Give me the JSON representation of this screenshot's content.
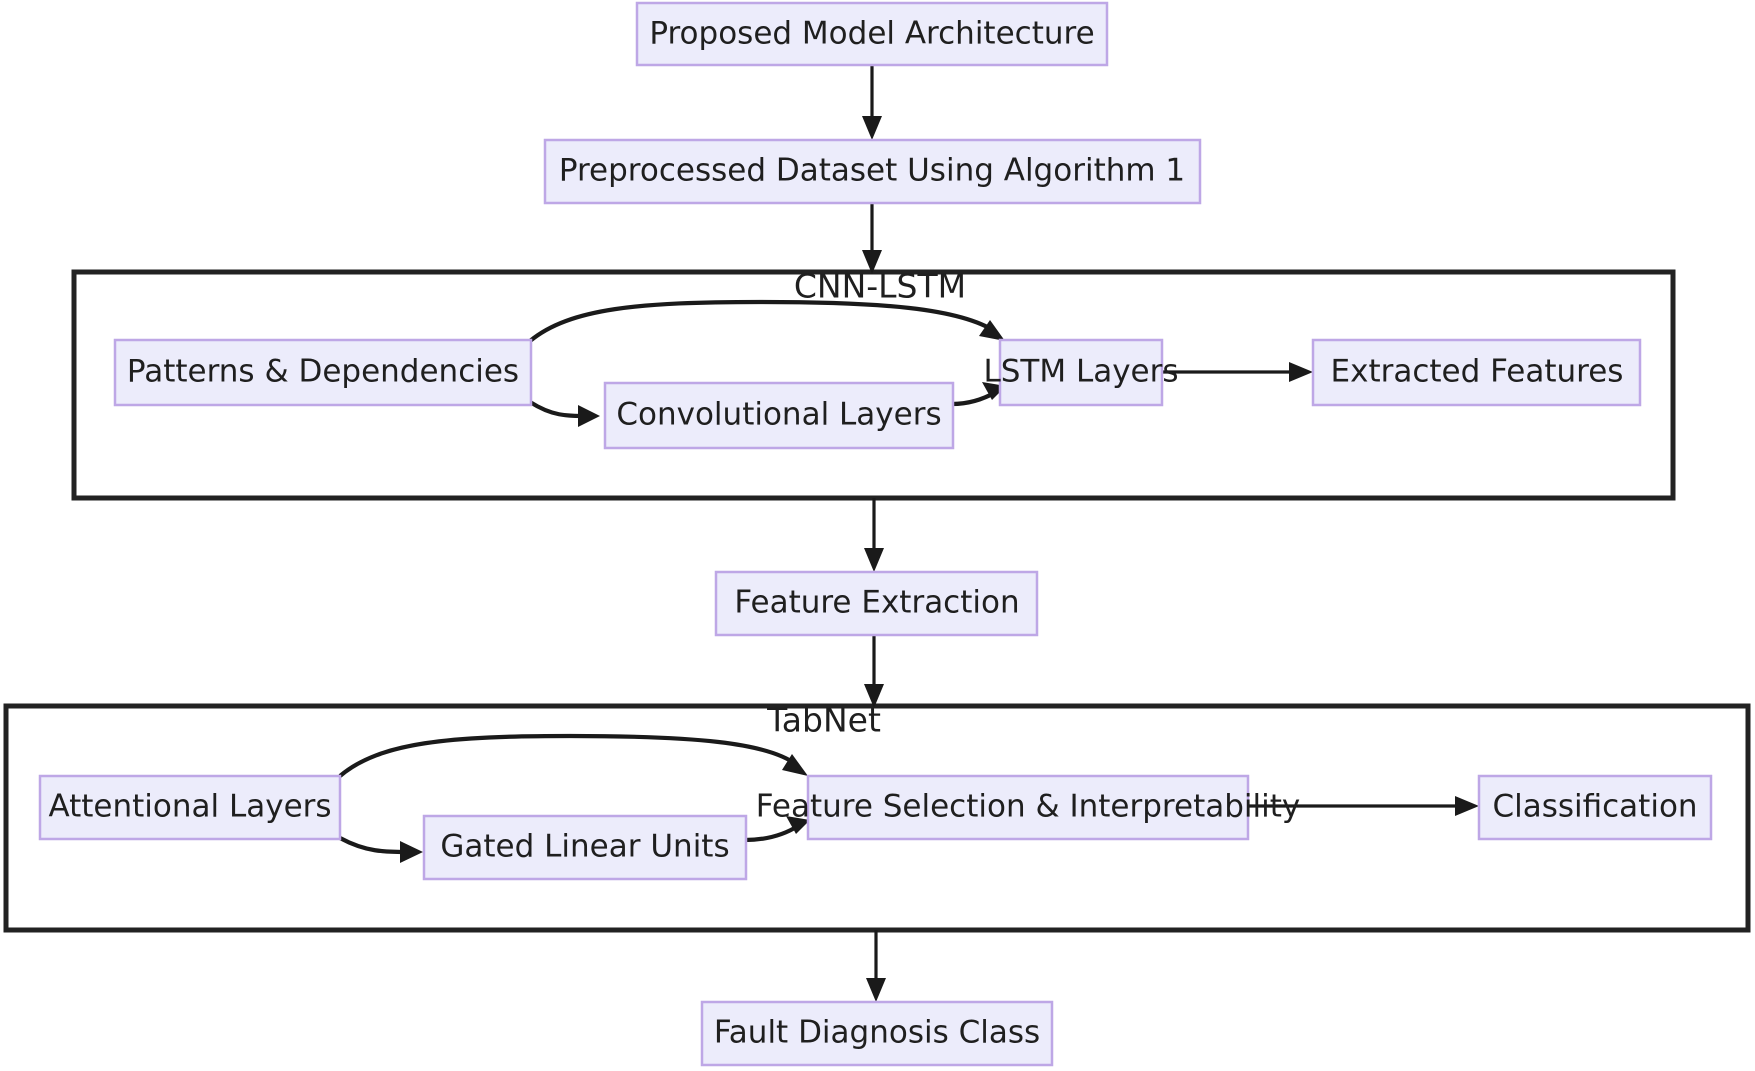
{
  "diagram": {
    "title": "Proposed Model Architecture Flowchart",
    "type": "flowchart",
    "colors": {
      "node_fill": "#ECECFB",
      "node_border": "#BEA7E6",
      "cluster_border": "#222222",
      "edge": "#1a1a1a",
      "text": "#1f1f1f",
      "background": "#ffffff"
    },
    "nodes": {
      "proposed_model_architecture": "Proposed Model Architecture",
      "preprocessed_dataset": "Preprocessed Dataset Using Algorithm 1",
      "patterns_dependencies": "Patterns & Dependencies",
      "convolutional_layers": "Convolutional Layers",
      "lstm_layers": "LSTM Layers",
      "extracted_features": "Extracted Features",
      "feature_extraction": "Feature Extraction",
      "attentional_layers": "Attentional Layers",
      "gated_linear_units": "Gated Linear Units",
      "feature_selection": "Feature Selection & Interpretability",
      "classification": "Classification",
      "fault_diagnosis_class": "Fault Diagnosis Class"
    },
    "clusters": {
      "cnn_lstm": "CNN-LSTM",
      "tabnet": "TabNet"
    },
    "edges": [
      {
        "from": "proposed_model_architecture",
        "to": "preprocessed_dataset",
        "label": ""
      },
      {
        "from": "preprocessed_dataset",
        "to": "cnn_lstm",
        "label": ""
      },
      {
        "from": "patterns_dependencies",
        "to": "lstm_layers",
        "label": ""
      },
      {
        "from": "patterns_dependencies",
        "to": "convolutional_layers",
        "label": ""
      },
      {
        "from": "convolutional_layers",
        "to": "lstm_layers",
        "label": ""
      },
      {
        "from": "lstm_layers",
        "to": "extracted_features",
        "label": ""
      },
      {
        "from": "cnn_lstm",
        "to": "feature_extraction",
        "label": ""
      },
      {
        "from": "feature_extraction",
        "to": "tabnet",
        "label": ""
      },
      {
        "from": "attentional_layers",
        "to": "feature_selection",
        "label": ""
      },
      {
        "from": "attentional_layers",
        "to": "gated_linear_units",
        "label": ""
      },
      {
        "from": "gated_linear_units",
        "to": "feature_selection",
        "label": ""
      },
      {
        "from": "feature_selection",
        "to": "classification",
        "label": ""
      },
      {
        "from": "tabnet",
        "to": "fault_diagnosis_class",
        "label": ""
      }
    ]
  }
}
